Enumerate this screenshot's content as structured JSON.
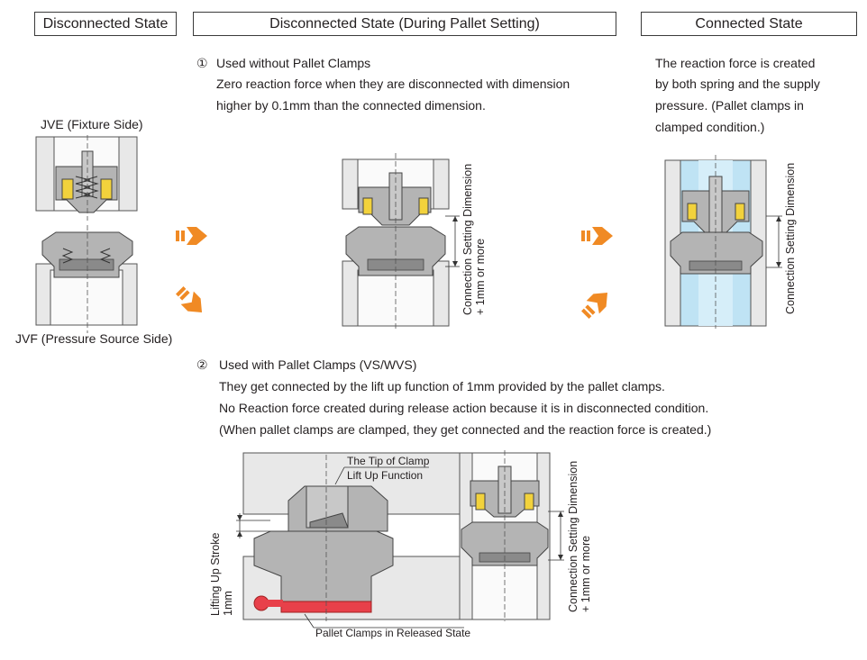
{
  "headers": {
    "left": "Disconnected State",
    "middle": "Disconnected State (During Pallet Setting)",
    "right": "Connected State"
  },
  "section1": {
    "marker": "①",
    "title": "Used without Pallet Clamps",
    "line1": "Zero reaction force when they are disconnected with dimension",
    "line2": "higher by 0.1mm than the connected dimension."
  },
  "connected_text": {
    "line1": "The reaction force is created",
    "line2": "by both spring and the supply",
    "line3": "pressure. (Pallet clamps in",
    "line4": "clamped condition.)"
  },
  "labels": {
    "jve": "JVE (Fixture Side)",
    "jvf": "JVF (Pressure Source Side)",
    "conn_dim_1": "Connection Setting Dimension",
    "conn_dim_2": "+ 1mm or more",
    "conn_dim_only": "Connection Setting Dimension",
    "tip_of_clamp": "The Tip of Clamp",
    "lift_up_function": "Lift Up Function",
    "lifting_stroke": "Lifting Up Stroke",
    "lifting_stroke_value": "1mm",
    "released_state": "Pallet Clamps in Released State"
  },
  "section2": {
    "marker": "②",
    "title": "Used with Pallet Clamps (VS/WVS)",
    "line1": "They get connected by the lift up function of 1mm provided by the pallet clamps.",
    "line2": "No Reaction force created during release action because it is in disconnected condition.",
    "line3": "(When pallet clamps are clamped, they get connected and the reaction force is created.)"
  },
  "colors": {
    "accent_arrow": "#f08a24",
    "metal": "#b4b4b4",
    "plate": "#e6e6e6",
    "seal": "#f2d23c",
    "fluid": "#bfe3f4",
    "clamp_lever": "#e8404a"
  }
}
